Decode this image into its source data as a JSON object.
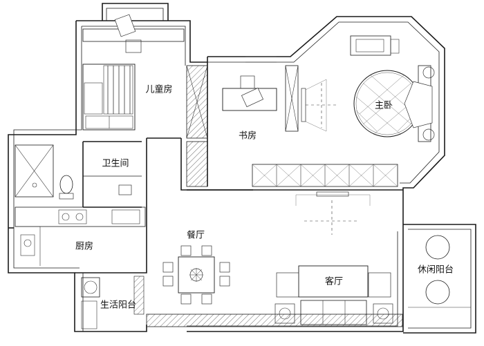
{
  "rooms": {
    "childrens_room": "儿童房",
    "study": "书房",
    "master_bedroom": "主卧",
    "bathroom": "卫生间",
    "kitchen": "厨房",
    "dining_room": "餐厅",
    "living_room": "客厅",
    "leisure_balcony": "休闲阳台",
    "utility_balcony": "生活阳台"
  },
  "colors": {
    "line": "#1a1a1a",
    "background": "#ffffff",
    "hatch": "#333333"
  }
}
